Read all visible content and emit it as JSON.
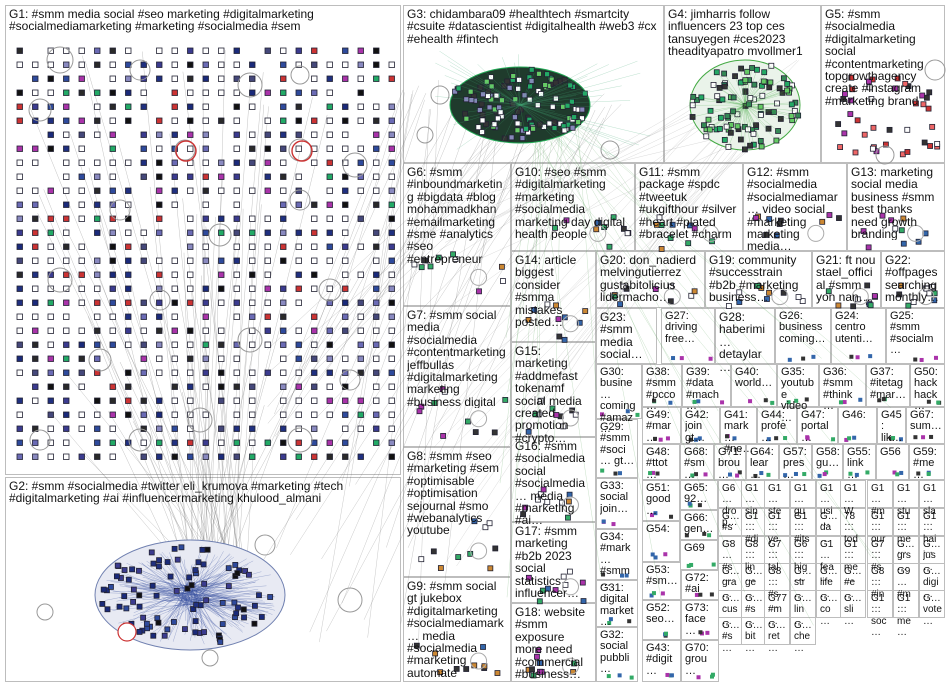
{
  "groups": [
    {
      "id": "G1",
      "label": "G1: #smm media social #seo marketing #digitalmarketing #socialmediamarketing #marketing #socialmedia #sem"
    },
    {
      "id": "G2",
      "label": "G2: #smm #socialmedia #twitter eli_krumova #marketing #tech #digitalmarketing #ai #influencermarketing khulood_almani"
    },
    {
      "id": "G3",
      "label": "G3: chidambara09 #healthtech #smartcity #csuite #datascientist #digitalhealth #web3 #cx #ehealth #fintech"
    },
    {
      "id": "G4",
      "label": "G4: jimharris follow influencers 23 top ces tansuyegen #ces2023 theadityapatro mvollmer1"
    },
    {
      "id": "G5",
      "label": "G5: #smm #socialmedia #digitalmarketing social #contentmarketing topgrowthagency create #instagram #marketing brand"
    },
    {
      "id": "G6",
      "label": "G6: #smm #inboundmarketing #bigdata #blog mohammadkhan #emailmarketing #sme #analytics #seo #entrepreneur"
    },
    {
      "id": "G7",
      "label": "G7: #smm social media #socialmedia #contentmarketing jeffbullas #digitalmarketing marketing #business digital"
    },
    {
      "id": "G8",
      "label": "G8: #smm #seo #marketing #sem #optimisable #optimisation sejournal #smo #webanalytics youtube"
    },
    {
      "id": "G9",
      "label": "G9: #smm social gt jukebox #digitalmarketing #socialmediamark… media #socialmedia #marketing automate"
    },
    {
      "id": "G10",
      "label": "G10: #seo #smm #digitalmarketing #marketing #socialmedia marketing day digital health people"
    },
    {
      "id": "G11",
      "label": "G11: #smm package #spdc #tweetuk #ukgifthour #silver #heart #plated #bracelet #charm"
    },
    {
      "id": "G12",
      "label": "G12: #smm #socialmedia #socialmediamar… video social #marketing marketing media…"
    },
    {
      "id": "G13",
      "label": "G13: marketing social media business #smm best thanks need growth branding"
    },
    {
      "id": "G14",
      "label": "G14: article biggest consider #smma mistakes posted…"
    },
    {
      "id": "G15",
      "label": "G15: marketing #addmefast tokenamf social media created promotion #crypto…"
    },
    {
      "id": "G16",
      "label": "G16: #smm #socialmedia social #socialmedia… media #marketing #ai…"
    },
    {
      "id": "G17",
      "label": "G17: #smm marketing #b2b 2023 social statistics influencer…"
    },
    {
      "id": "G18",
      "label": "G18: website #smm exposure more need #commercial #business…"
    },
    {
      "id": "G19",
      "label": "G19: community #successtrain #b2b #marketing business…"
    },
    {
      "id": "G20",
      "label": "G20: don_nadierd melvingutierrez gustabitolicius lidermacho…"
    },
    {
      "id": "G21",
      "label": "G21: ft nou stael_official #smm yon nan…"
    },
    {
      "id": "G22",
      "label": "G22: #offpages searching monthly…"
    },
    {
      "id": "G23",
      "label": "G23: #smm media social…"
    },
    {
      "id": "G24",
      "label": "G24: centro utenti…"
    },
    {
      "id": "G25",
      "label": "G25: #smm #socialm…"
    },
    {
      "id": "G26",
      "label": "G26: business coming…"
    },
    {
      "id": "G27",
      "label": "G27: driving free…"
    },
    {
      "id": "G28",
      "label": "G28: haberimi… detaylar…"
    },
    {
      "id": "G29",
      "label": "G29: #smm #soci… gt…"
    },
    {
      "id": "G30",
      "label": "G30: busine… coming #amaz…"
    },
    {
      "id": "G31",
      "label": "G31: digital market…"
    },
    {
      "id": "G32",
      "label": "G32: social pubbli…"
    },
    {
      "id": "G33",
      "label": "G33: social join…"
    },
    {
      "id": "G34",
      "label": "G34: #mark… #smm…"
    },
    {
      "id": "G35",
      "label": "G35: youtube video…"
    },
    {
      "id": "G36",
      "label": "G36: #smm #think…"
    },
    {
      "id": "G37",
      "label": "G37: #itetag #mar…"
    },
    {
      "id": "G38",
      "label": "G38: #smm #pcco…"
    },
    {
      "id": "G39",
      "label": "G39: #data #mach…"
    },
    {
      "id": "G40",
      "label": "G40: world…"
    },
    {
      "id": "G41",
      "label": "G41: mark… #ne…"
    },
    {
      "id": "G42",
      "label": "G42: join gt…"
    },
    {
      "id": "G43",
      "label": "G43: #digit…"
    },
    {
      "id": "G44",
      "label": "G44: profe…"
    },
    {
      "id": "G45",
      "label": "G45: lik…"
    },
    {
      "id": "G46",
      "label": "G46:"
    },
    {
      "id": "G47",
      "label": "G47: portal…"
    },
    {
      "id": "G48",
      "label": "G48: #ttot…"
    },
    {
      "id": "G49",
      "label": "G49: #mar…"
    },
    {
      "id": "G50",
      "label": "G50: hack hack…"
    },
    {
      "id": "G51",
      "label": "G51: good…"
    },
    {
      "id": "G52",
      "label": "G52: seo…"
    },
    {
      "id": "G53",
      "label": "G53: #sm…"
    },
    {
      "id": "G54",
      "label": "G54:"
    },
    {
      "id": "G55",
      "label": "G55: link…"
    },
    {
      "id": "G56",
      "label": "G56"
    },
    {
      "id": "G57",
      "label": "G57: pres…"
    },
    {
      "id": "G58",
      "label": "G58: gu…"
    },
    {
      "id": "G59",
      "label": "G59: #me…"
    },
    {
      "id": "G64",
      "label": "G64: lear…"
    },
    {
      "id": "G65",
      "label": "G65: 92…"
    },
    {
      "id": "G66",
      "label": "G66: gen…"
    },
    {
      "id": "G67",
      "label": "G67: sum…"
    },
    {
      "id": "G68",
      "label": "G68: #sm…"
    },
    {
      "id": "G69",
      "label": "G69"
    },
    {
      "id": "G70",
      "label": "G70: grou…"
    },
    {
      "id": "G71",
      "label": "G71: brou…"
    },
    {
      "id": "G72",
      "label": "G72: #ai"
    },
    {
      "id": "G73",
      "label": "G73: face…"
    }
  ],
  "small_labels": [
    "G6… drop…",
    "G1… sin…",
    "G1… ste…",
    "G1… gu…",
    "G1… usi…",
    "G1… W…",
    "G1… #m…",
    "G1… stu…",
    "G1… sla…",
    "G… #s…",
    "G1… #di…",
    "G1… ye…",
    "G1… #its…",
    "G… da…",
    "78… tod…",
    "G1… our…",
    "G1… me…",
    "G1… hai…",
    "G8… #s…",
    "G8… lin…",
    "G7… tal…",
    "G6… hig…",
    "G1… fea…",
    "G1… me…",
    "G7… #s…",
    "G… grs…",
    "G… jus…",
    "G… gra…",
    "G… ge…",
    "G8… #s…",
    "G… str…",
    "G… life…",
    "G… #e…",
    "G8… #in…",
    "G9… #m…",
    "G… digi…",
    "G… cus…",
    "G… #s…",
    "G77 #m…",
    "G… lin…",
    "G… co…",
    "G… sli…",
    "G1… soc…",
    "G1… me…",
    "G… vote…",
    "G… #s…",
    "G… bit…",
    "G… ret…",
    "G… che…"
  ]
}
